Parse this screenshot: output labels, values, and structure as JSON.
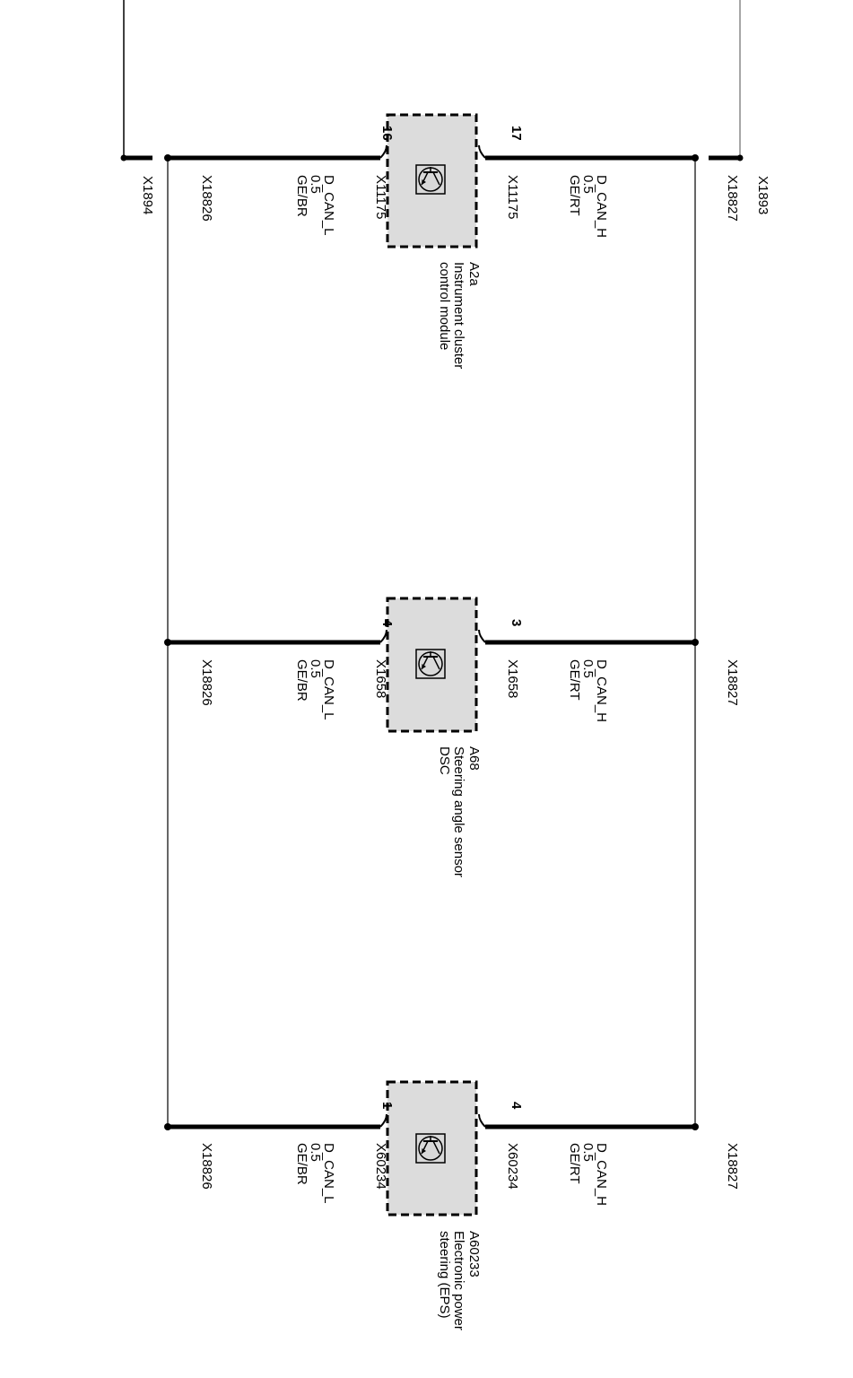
{
  "diagram": {
    "top_left_connector": "X1894",
    "top_right_connector": "X1893",
    "splice_low": "X18826",
    "splice_high": "X18827",
    "modules": [
      {
        "id": "A2a",
        "name_line1": "Instrument cluster",
        "name_line2": "control module",
        "pin_low": "16",
        "pin_high": "17",
        "connector_low": "X11175",
        "connector_high": "X11175",
        "wire_low": {
          "signal": "D_CAN_L",
          "size": "0.5",
          "color": "GE/BR"
        },
        "wire_high": {
          "signal": "D_CAN_H",
          "size": "0.5",
          "color": "GE/RT"
        }
      },
      {
        "id": "A68",
        "name_line1": "Steering angle sensor",
        "name_line2": "DSC",
        "pin_low": "4",
        "pin_high": "3",
        "connector_low": "X1658",
        "connector_high": "X1658",
        "wire_low": {
          "signal": "D_CAN_L",
          "size": "0.5",
          "color": "GE/BR"
        },
        "wire_high": {
          "signal": "D_CAN_H",
          "size": "0.5",
          "color": "GE/RT"
        }
      },
      {
        "id": "A60233",
        "name_line1": "Electronic power",
        "name_line2": "steering (EPS)",
        "pin_low": "1",
        "pin_high": "4",
        "connector_low": "X60234",
        "connector_high": "X60234",
        "wire_low": {
          "signal": "D_CAN_L",
          "size": "0.5",
          "color": "GE/BR"
        },
        "wire_high": {
          "signal": "D_CAN_H",
          "size": "0.5",
          "color": "GE/RT"
        }
      }
    ]
  }
}
